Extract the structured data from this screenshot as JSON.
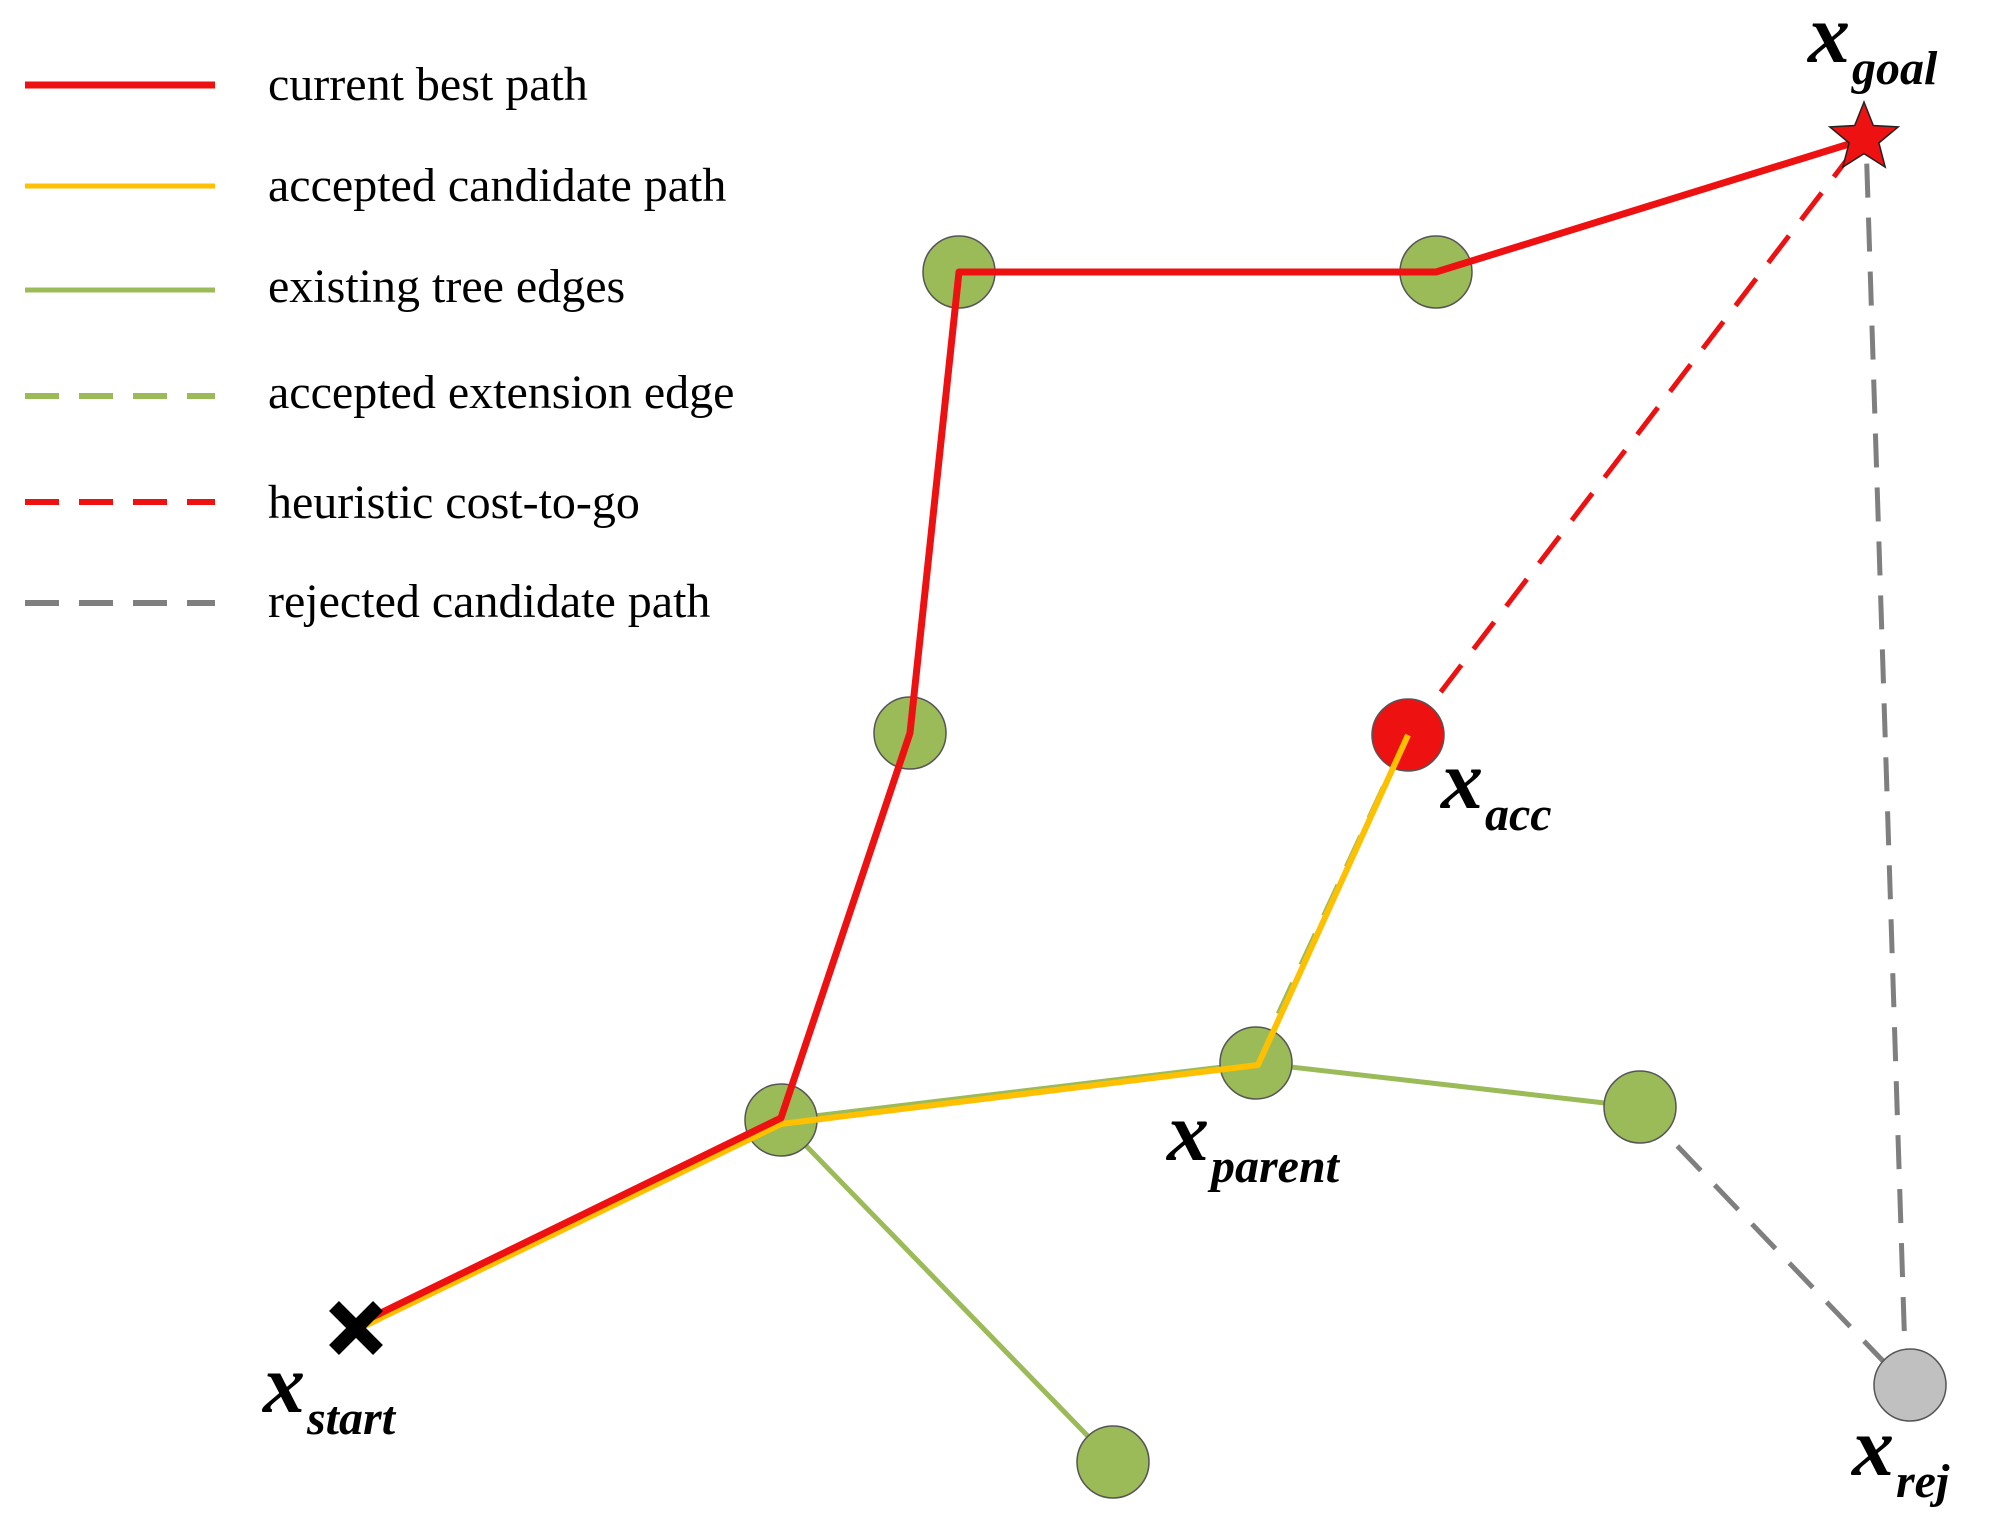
{
  "colors": {
    "best_path": "#ee1111",
    "accepted_candidate": "#ffc000",
    "tree_edge": "#9bbb59",
    "accepted_extension": "#9bbb59",
    "heuristic": "#ee1111",
    "rejected": "#7f7f7f",
    "tree_node_fill": "#9bbb59",
    "accepted_node_fill": "#ee1111",
    "rejected_node_fill": "#c0c0c0",
    "node_stroke": "#555555",
    "goal_star": "#ee1111",
    "start_marker": "#000000"
  },
  "legend": {
    "items": [
      {
        "key": "best_path",
        "label": "current best path"
      },
      {
        "key": "accepted_candidate",
        "label": "accepted candidate path"
      },
      {
        "key": "tree_edge",
        "label": "existing tree edges"
      },
      {
        "key": "accepted_extension",
        "label": "accepted extension edge"
      },
      {
        "key": "heuristic",
        "label": "heuristic cost-to-go"
      },
      {
        "key": "rejected",
        "label": "rejected candidate path"
      }
    ]
  },
  "labels": {
    "start": {
      "symbol": "x",
      "subscript": "start"
    },
    "goal": {
      "symbol": "x",
      "subscript": "goal"
    },
    "parent": {
      "symbol": "x",
      "subscript": "parent"
    },
    "acc": {
      "symbol": "x",
      "subscript": "acc"
    },
    "rej": {
      "symbol": "x",
      "subscript": "rej"
    }
  },
  "icons": {
    "start": "x-mark-icon",
    "goal": "star-icon"
  }
}
